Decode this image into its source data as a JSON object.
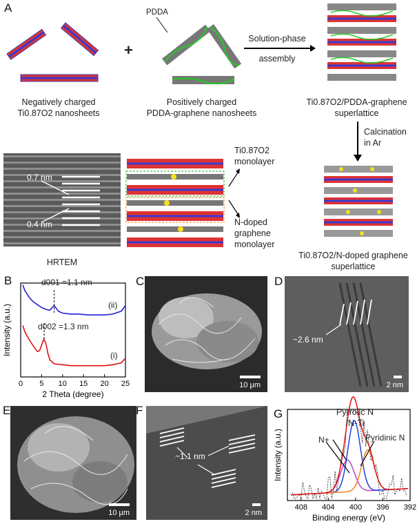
{
  "panels": {
    "A": {
      "letter": "A",
      "plus": "+",
      "pdda_label": "PDDA",
      "caption_left": [
        "Negatively charged",
        "Ti0.87O2 nanosheets"
      ],
      "caption_mid": [
        "Positively charged",
        "PDDA-graphene nanosheets"
      ],
      "arrow_label": [
        "Solution-phase",
        "assembly"
      ],
      "caption_right": [
        "Ti0.87O2/PDDA-graphene",
        "superlattice"
      ],
      "calcination_label": [
        "Calcination",
        "in Ar"
      ],
      "hrtem_labels": [
        "0.7 nm",
        "0.4 nm"
      ],
      "hrtem_caption": "HRTEM",
      "monolayer_ti": [
        "Ti0.87O2",
        "monolayer"
      ],
      "monolayer_graphene": [
        "N-doped",
        "graphene",
        "monolayer"
      ],
      "caption_bottom_right": [
        "Ti0.87O2/N-doped graphene",
        "superlattice"
      ]
    },
    "B": {
      "letter": "B",
      "d001": "d001 =1.1 nm",
      "d002": "d002 =1.3 nm",
      "curve_ii": "(ii)",
      "curve_i": "(i)"
    },
    "C": {
      "letter": "C",
      "scale": "10 μm"
    },
    "D": {
      "letter": "D",
      "spacing": "~2.6 nm",
      "scale": "2 nm"
    },
    "E": {
      "letter": "E",
      "scale": "10 μm"
    },
    "F": {
      "letter": "F",
      "spacing": "~1.1 nm",
      "scale": "2 nm"
    },
    "G": {
      "letter": "G",
      "pyrrolic": [
        "Pyrrolic N",
        "/N-Ti"
      ],
      "nplus": "N+",
      "pyridinic": "Pyridinic N"
    }
  },
  "chart_data": [
    {
      "type": "line",
      "panel": "B",
      "xlabel": "2 Theta (degree)",
      "ylabel": "Intensity (a.u.)",
      "xlim": [
        0,
        25
      ],
      "x_ticks": [
        0,
        5,
        10,
        15,
        20,
        25
      ],
      "series": [
        {
          "name": "(ii)",
          "color": "#1f1fd6",
          "x": [
            0.5,
            1,
            2,
            3,
            4,
            5,
            6,
            7,
            7.5,
            8,
            8.5,
            9,
            10,
            12,
            14,
            16,
            18,
            20,
            22,
            24,
            25
          ],
          "y": [
            0.98,
            0.92,
            0.85,
            0.8,
            0.77,
            0.74,
            0.72,
            0.71,
            0.74,
            0.76,
            0.73,
            0.7,
            0.68,
            0.67,
            0.67,
            0.66,
            0.66,
            0.66,
            0.67,
            0.7,
            0.76
          ]
        },
        {
          "name": "(i)",
          "color": "#e01010",
          "x": [
            0.5,
            1,
            2,
            3,
            4,
            4.5,
            5,
            5.5,
            6,
            6.5,
            7,
            8,
            10,
            12,
            14,
            16,
            18,
            20,
            22,
            24,
            25
          ],
          "y": [
            0.55,
            0.48,
            0.4,
            0.33,
            0.27,
            0.28,
            0.34,
            0.4,
            0.36,
            0.25,
            0.18,
            0.14,
            0.13,
            0.12,
            0.12,
            0.12,
            0.12,
            0.12,
            0.13,
            0.15,
            0.2
          ]
        }
      ],
      "markers": [
        {
          "x": 8,
          "label": "d001"
        },
        {
          "x": 5.6,
          "label": "d002"
        }
      ]
    },
    {
      "type": "line",
      "panel": "G",
      "xlabel": "Binding energy (eV)",
      "ylabel": "Intensity (a.u.)",
      "xlim": [
        410,
        392
      ],
      "x_ticks": [
        408,
        404,
        400,
        396,
        392
      ],
      "series": [
        {
          "name": "N+",
          "color": "#c040c0",
          "center": 401.2,
          "height": 0.35,
          "width": 1.4
        },
        {
          "name": "Pyrrolic N /N-Ti",
          "color": "#1f3fe0",
          "center": 400.2,
          "height": 0.78,
          "width": 1.3
        },
        {
          "name": "Pyridinic N",
          "color": "#f08020",
          "center": 398.2,
          "height": 0.45,
          "width": 1.3
        },
        {
          "name": "fit",
          "color": "#e01010"
        }
      ]
    }
  ]
}
